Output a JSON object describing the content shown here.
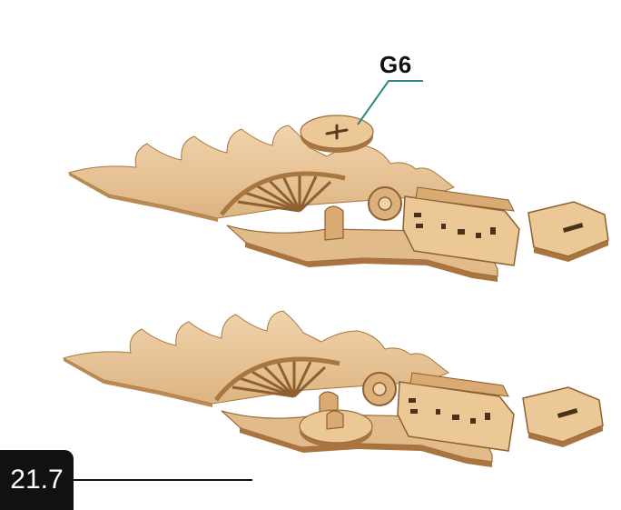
{
  "callout": {
    "part_id": "G6"
  },
  "step": {
    "number": "21.7"
  },
  "colors": {
    "wood": "#e9c79b",
    "wood_shadow": "#c79a63",
    "wood_edge": "#9b6c3c",
    "leader": "#2a8a83",
    "badge": "#111111"
  },
  "illustrations": [
    "assembly-with-g6-disk-before",
    "assembly-with-g6-disk-installed"
  ]
}
